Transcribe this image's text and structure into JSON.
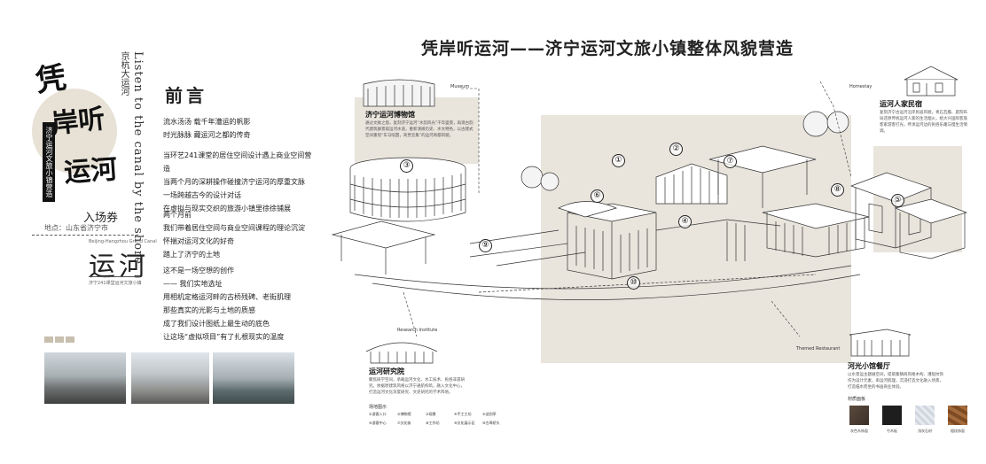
{
  "ticket": {
    "callig_1": "凭",
    "callig_2": "岸听",
    "callig_3": "运河",
    "stamp": "济宁运河文旅小镇营造",
    "vertical_en": "Listen to the canal by the shore",
    "vertical_cn": "京杭大运河",
    "admission_label": "入场券",
    "admission_sub": "地点：山东省济宁市",
    "en_line": "Beijing-Hangzhou Grand Canal",
    "yunhe": "运河",
    "small_note": "济宁241课堂运河文旅小镇"
  },
  "preface": {
    "title": "前言",
    "para1": [
      "流水汤汤 载千年漕运的帆影",
      "时光脉脉 藏运河之都的传奇"
    ],
    "para2": [
      "当环艺241课堂的居住空间设计遇上商业空间营造",
      "当两个月的深耕操作碰撞济宁运河的厚重文脉",
      "一场跨越古今的设计对话",
      "在虚拟与现实交织的旅游小镇里徐徐铺展"
    ],
    "para3": [
      "两个月前",
      "我们带着居住空间与商业空间课程的理论沉淀",
      "怀揣对运河文化的好奇",
      "踏上了济宁的土地"
    ],
    "para4": [
      "这不是一场空想的创作",
      "—— 我们实地选址",
      "用相机定格运河畔的古桥残碑、老街肌理",
      "那些真实的光影与土地的质感",
      "成了我们设计图纸上最生动的底色",
      "让这场“虚拟项目”有了扎根现实的温度"
    ]
  },
  "main_title": "凭岸听运河——济宁运河文旅小镇整体风貌营造",
  "callouts": {
    "museum_en": "Museum",
    "museum_cn": "济宁运河博物馆",
    "museum_desc": "通过文脉之窗，复刻济宁运河“水韵风光”千年盛景，再现古韵代建筑群景观运河水道，重新演绎历史、水文特色，以古建式空间重现“车马喧嚣，商贾云集”的运河商都风貌。",
    "homestay_en": "Homestay",
    "homestay_cn": "运河人家民宿",
    "homestay_desc": "复刻济宁古运河沿岸民居风貌，青石瓦檐、庭院布局还原传统运河人家的生活烟火，给大兴国际客旅客家游客打光，传承运河边的民俗乐趣与慢生活情调。",
    "research_en": "Research Institute",
    "research_cn": "运河研究院",
    "research_desc": "聚焦研学空间，承载运河文化、水工技术、民俗非遗研究。依据原建筑风格以济宁通航构筑，融入文化中心，打造运河文化深度研究、文史研究的学术阵地。",
    "restaurant_en": "Themed Restaurant",
    "restaurant_cn": "河光小馆餐厅",
    "restaurant_desc": "以水景运主题展空间，提取集镇商风格木构、漕船纹饰作为设计元素，串运河肌理，沉浸打造文化融入场景，打造临水而坐的书画商业体验。"
  },
  "numbers": [
    "①",
    "②",
    "③",
    "④",
    "⑤",
    "⑥",
    "⑦",
    "⑧",
    "⑨",
    "⑩"
  ],
  "legend": {
    "title": "场地图示",
    "items": [
      "①游客入口",
      "②博物馆",
      "③观景",
      "④手工工坊",
      "⑤送别亭",
      "⑥游客中心",
      "⑦文化街",
      "⑧工作坊",
      "⑨文化展示区",
      "⑩古埠桥头"
    ]
  },
  "materials": {
    "title": "材质面板",
    "items": [
      "灰色木饰面",
      "竹木板",
      "浅灰石材",
      "粗纹饰面"
    ]
  },
  "colors": {
    "block": "#e9e4dc",
    "ticket_circle": "#e8e2d6",
    "square": "#c8bfae"
  }
}
